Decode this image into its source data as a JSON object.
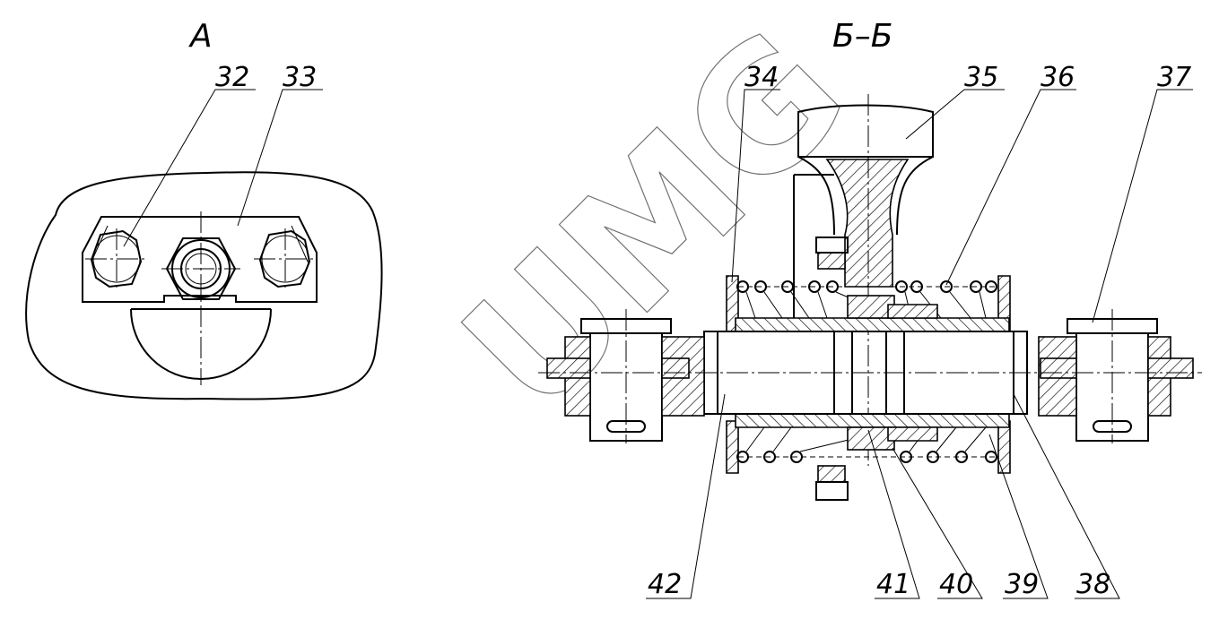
{
  "views": {
    "view_a": {
      "title": "А"
    },
    "view_bb": {
      "title": "Б–Б"
    }
  },
  "callouts": {
    "c32": "32",
    "c33": "33",
    "c34": "34",
    "c35": "35",
    "c36": "36",
    "c37": "37",
    "c38": "38",
    "c39": "39",
    "c40": "40",
    "c41": "41",
    "c42": "42"
  },
  "watermark": "UMG"
}
